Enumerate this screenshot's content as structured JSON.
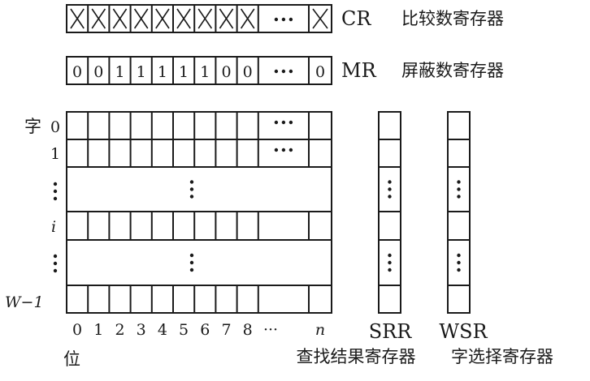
{
  "cr": {
    "label": "CR",
    "description": "比较数寄存器",
    "cell_mark": "×"
  },
  "mr": {
    "label": "MR",
    "description": "屏蔽数寄存器",
    "bits": [
      "0",
      "0",
      "1",
      "1",
      "1",
      "1",
      "1",
      "0",
      "0"
    ],
    "last_bit": "0"
  },
  "ellipsis": "···",
  "words": {
    "first_prefix": "字",
    "labels": [
      "0",
      "1",
      "i",
      "W−1"
    ]
  },
  "bit_indices": [
    "0",
    "1",
    "2",
    "3",
    "4",
    "5",
    "6",
    "7",
    "8"
  ],
  "last_index": "n",
  "bit_axis_label": "位",
  "srr": {
    "label": "SRR",
    "description": "查找结果寄存器"
  },
  "wsr": {
    "label": "WSR",
    "description": "字选择寄存器"
  }
}
